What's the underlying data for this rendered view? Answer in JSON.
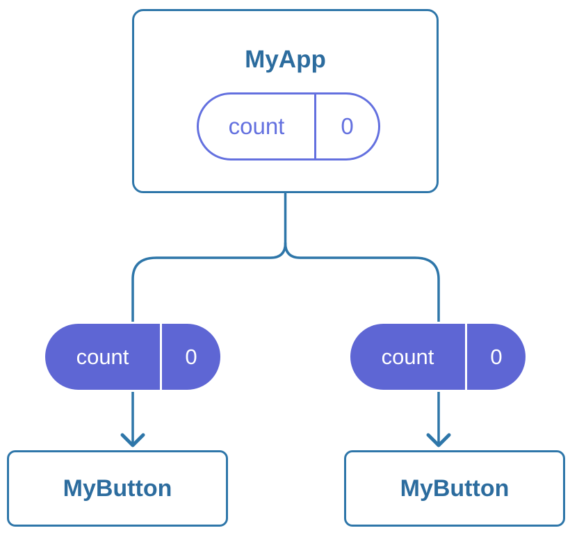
{
  "diagram": {
    "root": {
      "title": "MyApp",
      "state_pill": {
        "label": "count",
        "value": "0"
      }
    },
    "children": [
      {
        "title": "MyButton",
        "props_pill": {
          "label": "count",
          "value": "0"
        }
      },
      {
        "title": "MyButton",
        "props_pill": {
          "label": "count",
          "value": "0"
        }
      }
    ],
    "colors": {
      "steel_stroke": "#2E76A9",
      "steel_text": "#2C6C9E",
      "indigo_stroke": "#6370DF",
      "indigo_fill": "#5E66D4",
      "pill_text_light": "#FFFFFF",
      "background": "#FFFFFF"
    }
  }
}
